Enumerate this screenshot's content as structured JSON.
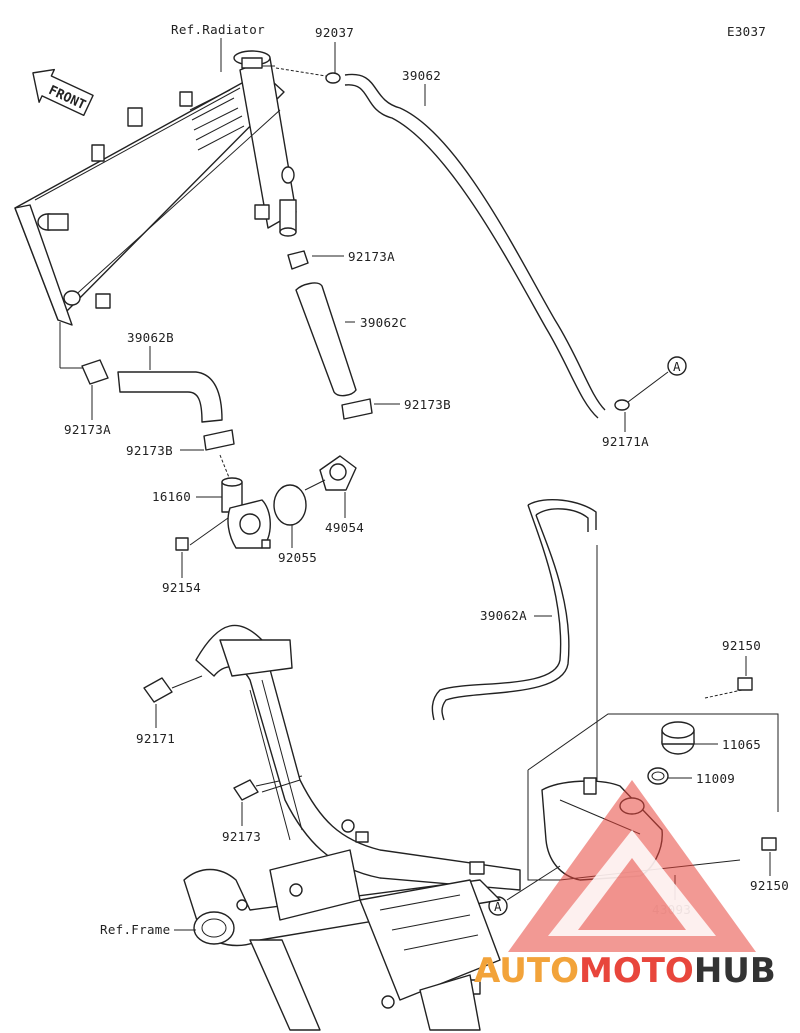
{
  "diagram": {
    "code": "E3037",
    "front_label": "FRONT",
    "ref_labels": {
      "radiator": "Ref.Radiator",
      "frame": "Ref.Frame"
    },
    "parts": {
      "p92037": "92037",
      "p39062": "39062",
      "p92173A_top": "92173A",
      "p39062C": "39062C",
      "p92173B_right": "92173B",
      "p92171A": "92171A",
      "p39062B": "39062B",
      "p92173A_left": "92173A",
      "p92173B_left": "92173B",
      "p16160": "16160",
      "p92055": "92055",
      "p49054": "49054",
      "p92154": "92154",
      "p39062A": "39062A",
      "p92150_top": "92150",
      "p11065": "11065",
      "p11009": "11009",
      "p92171": "92171",
      "p92173": "92173",
      "p43093": "43093",
      "p92150_bottom": "92150"
    },
    "callout": "A",
    "watermark": {
      "part1": "AUTO",
      "part2": "MOTO",
      "part3": "HUB",
      "color1": "#f2a33a",
      "color2": "#e8463c",
      "color3": "#333333"
    }
  }
}
